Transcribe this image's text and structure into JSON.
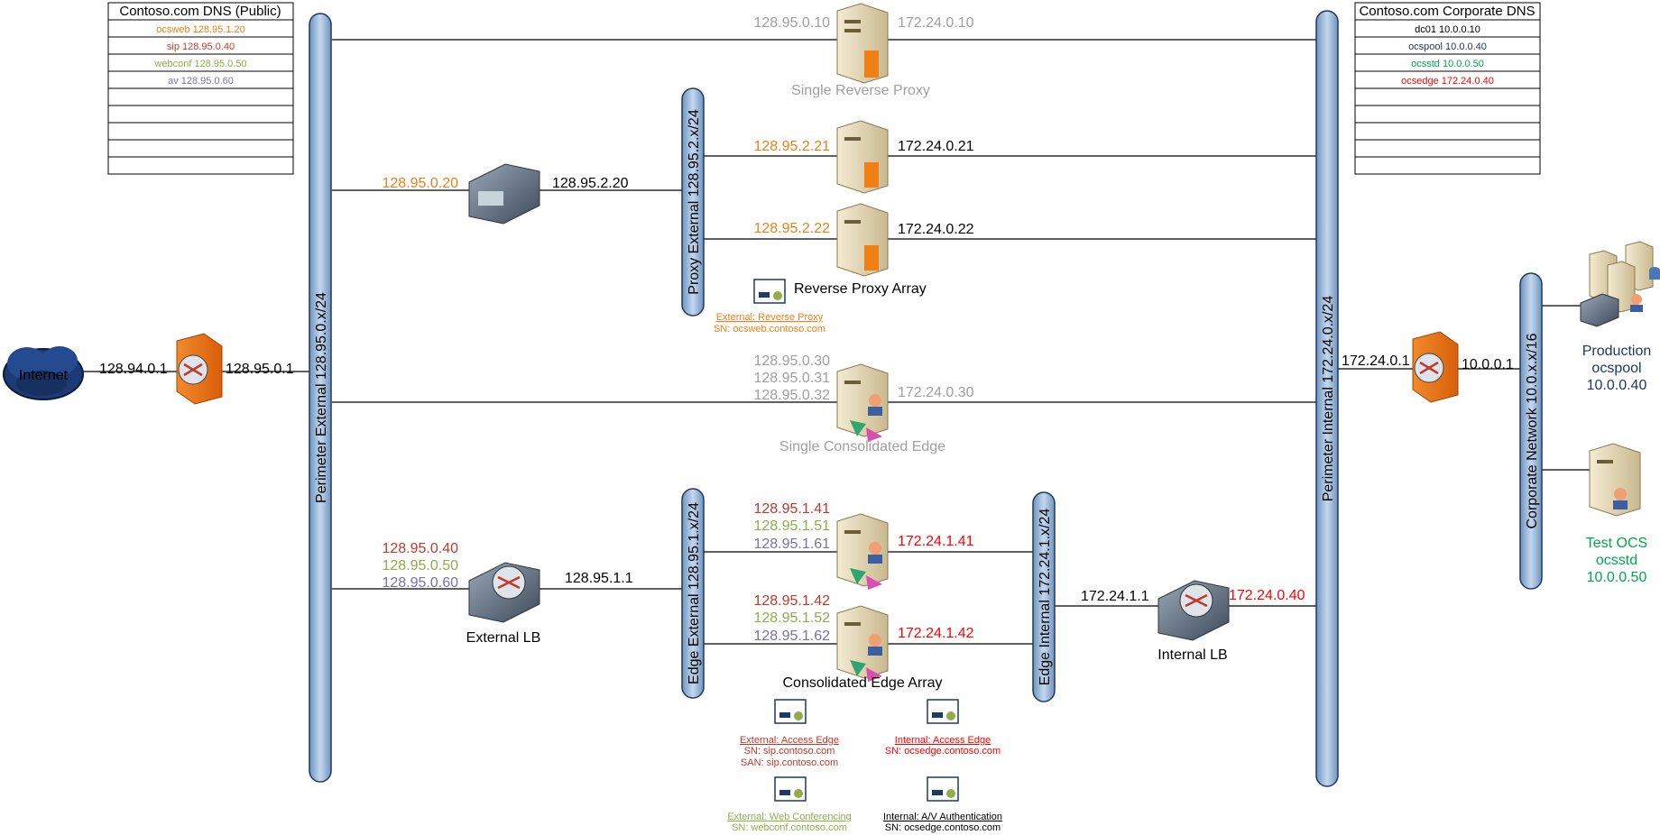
{
  "colors": {
    "orange": "#F07F16",
    "brown_red": "#C0392B",
    "green": "#8FAE4A",
    "purple": "#7B6FB0",
    "gray": "#A0A0A0",
    "red": "#FF0000",
    "navy": "#1F3864",
    "teal": "#00A651",
    "black": "#000000",
    "bar_fill": "#9DBBDB",
    "bar_stroke": "#1F3864"
  },
  "dns_public": {
    "title": "Contoso.com DNS (Public)",
    "rows": [
      {
        "text": "ocsweb 128.95.1.20",
        "color": "#F07F16"
      },
      {
        "text": "sip 128.95.0.40",
        "color": "#C0392B"
      },
      {
        "text": "webconf 128.95.0.50",
        "color": "#8FAE4A"
      },
      {
        "text": "av 128.95.0.60",
        "color": "#7B6FB0"
      },
      {
        "text": "",
        "color": "#000000"
      },
      {
        "text": "",
        "color": "#000000"
      },
      {
        "text": "",
        "color": "#000000"
      },
      {
        "text": "",
        "color": "#000000"
      },
      {
        "text": "",
        "color": "#000000"
      }
    ]
  },
  "dns_corporate": {
    "title": "Contoso.com Corporate DNS",
    "rows": [
      {
        "text": "dc01 10.0.0.10",
        "color": "#000000"
      },
      {
        "text": "ocspool 10.0.0.40",
        "color": "#1F3864"
      },
      {
        "text": "ocsstd 10.0.0.50",
        "color": "#00A651"
      },
      {
        "text": "ocsedge 172.24.0.40",
        "color": "#FF0000"
      },
      {
        "text": "",
        "color": "#000000"
      },
      {
        "text": "",
        "color": "#000000"
      },
      {
        "text": "",
        "color": "#000000"
      },
      {
        "text": "",
        "color": "#000000"
      },
      {
        "text": "",
        "color": "#000000"
      }
    ]
  },
  "bars": {
    "perimeter_external": "Perimeter External 128.95.0.x/24",
    "proxy_external": "Proxy External 128.95.2.x/24",
    "edge_external": "Edge External 128.95.1.x/24",
    "edge_internal": "Edge Internal 172.24.1.x/24",
    "perimeter_internal": "Perimeter Internal 172.24.0.x/24",
    "corporate_network": "Corporate Network 10.0.x.x/16"
  },
  "internet": {
    "label": "Internet",
    "ip_out": "128.94.0.1"
  },
  "router_left": {
    "ip_right": "128.95.0.1"
  },
  "router_right": {
    "ip_left": "172.24.0.1",
    "ip_right": "10.0.0.1"
  },
  "single_reverse_proxy": {
    "label": "Single Reverse Proxy",
    "ext_ip": "128.95.0.10",
    "int_ip": "172.24.0.10"
  },
  "proxy_array_lb": {
    "ext_ip": "128.95.0.20",
    "int_ip": "128.95.2.20"
  },
  "reverse_proxy_array": {
    "label": "Reverse Proxy Array",
    "s1_ext": "128.95.2.21",
    "s1_int": "172.24.0.21",
    "s2_ext": "128.95.2.22",
    "s2_int": "172.24.0.22",
    "cert_title": "External: Reverse Proxy",
    "cert_sn": "SN: ocsweb.contoso.com"
  },
  "single_consolidated_edge": {
    "label": "Single Consolidated Edge",
    "ext_ip1": "128.95.0.30",
    "ext_ip2": "128.95.0.31",
    "ext_ip3": "128.95.0.32",
    "int_ip": "172.24.0.30"
  },
  "external_lb": {
    "label": "External LB",
    "vip1": "128.95.0.40",
    "vip2": "128.95.0.50",
    "vip3": "128.95.0.60",
    "int_ip": "128.95.1.1"
  },
  "edge_array": {
    "label": "Consolidated Edge Array",
    "e1_ip1": "128.95.1.41",
    "e1_ip2": "128.95.1.51",
    "e1_ip3": "128.95.1.61",
    "e1_int": "172.24.1.41",
    "e2_ip1": "128.95.1.42",
    "e2_ip2": "128.95.1.52",
    "e2_ip3": "128.95.1.62",
    "e2_int": "172.24.1.42"
  },
  "internal_lb": {
    "label": "Internal LB",
    "ip_left": "172.24.1.1",
    "ip_right": "172.24.0.40"
  },
  "certs": {
    "access_edge_title": "External: Access Edge",
    "access_edge_sn": "SN: sip.contoso.com",
    "access_edge_san": "SAN: sip.contoso.com",
    "internal_access_title": "Internal: Access Edge",
    "internal_access_sn": "SN: ocsedge.contoso.com",
    "webconf_title": "External: Web Conferencing",
    "webconf_sn": "SN: webconf.contoso.com",
    "av_title": "Internal: A/V Authentication",
    "av_sn": "SN: ocsedge.contoso.com"
  },
  "production": {
    "line1": "Production",
    "line2": "ocspool",
    "line3": "10.0.0.40"
  },
  "test_ocs": {
    "line1": "Test OCS",
    "line2": "ocsstd",
    "line3": "10.0.0.50"
  }
}
